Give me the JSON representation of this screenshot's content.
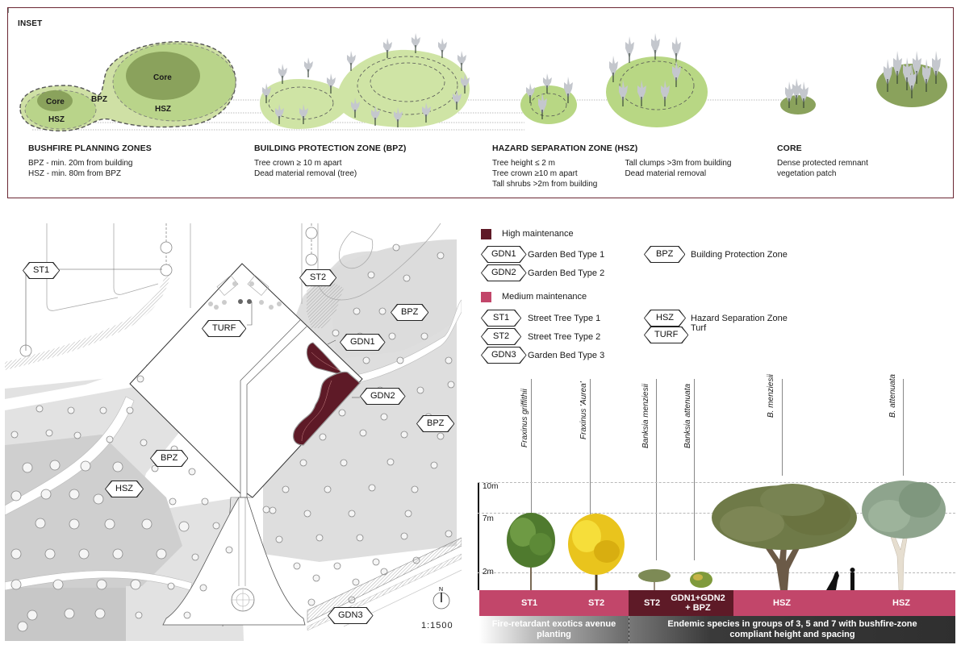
{
  "inset": {
    "title": "INSET",
    "diagram_labels": {
      "core_small": "Core",
      "core_large": "Core",
      "hsz_small": "HSZ",
      "hsz_large": "HSZ",
      "bpz": "BPZ"
    },
    "columns": [
      {
        "heading": "BUSHFIRE PLANNING ZONES",
        "lines": [
          "BPZ - min. 20m from building",
          "HSZ - min. 80m from BPZ"
        ]
      },
      {
        "heading": "BUILDING PROTECTION ZONE (BPZ)",
        "lines": [
          "Tree crown ≥ 10 m apart",
          "Dead material removal (tree)"
        ]
      },
      {
        "heading": "HAZARD SEPARATION ZONE (HSZ)",
        "lines": [
          "Tree height ≤ 2 m",
          "Tree crown ≥10 m apart",
          "Tall shrubs >2m from building"
        ],
        "lines_b": [
          "Tall clumps >3m from building",
          "Dead material removal"
        ]
      },
      {
        "heading": "CORE",
        "lines": [
          "Dense protected remnant",
          "vegetation patch"
        ]
      }
    ]
  },
  "plan": {
    "tags": {
      "st1": "ST1",
      "st2": "ST2",
      "turf": "TURF",
      "gdn1": "GDN1",
      "gdn2": "GDN2",
      "gdn3": "GDN3",
      "bpz_ne": "BPZ",
      "bpz_e": "BPZ",
      "bpz_w": "BPZ",
      "hsz": "HSZ"
    },
    "north_label": "N",
    "scale": "1:1500"
  },
  "legend": {
    "high": {
      "label": "High maintenance",
      "color": "#5e1a27"
    },
    "medium": {
      "label": "Medium maintenance",
      "color": "#c2466a"
    },
    "items": [
      {
        "code": "GDN1",
        "desc": "Garden Bed Type 1"
      },
      {
        "code": "GDN2",
        "desc": "Garden Bed Type 2"
      },
      {
        "code": "BPZ",
        "desc": "Building Protection Zone"
      },
      {
        "code": "ST1",
        "desc": "Street Tree Type 1"
      },
      {
        "code": "ST2",
        "desc": "Street Tree Type 2"
      },
      {
        "code": "GDN3",
        "desc": "Garden Bed Type 3"
      },
      {
        "code": "HSZ",
        "desc": "Hazard Separation Zone"
      },
      {
        "code": "TURF",
        "desc": "Turf"
      }
    ]
  },
  "section": {
    "species": [
      "Fraxinus griffithii",
      "Fraxinus 'Aurea'",
      "Banksia menziesii",
      "Banksia attenuata",
      "B. menziesii",
      "B. attenuata"
    ],
    "heights": [
      "10m",
      "7m",
      "2m"
    ],
    "bands": [
      "ST1",
      "ST2",
      "ST2",
      "GDN1+GDN2",
      "+ BPZ",
      "HSZ",
      "HSZ"
    ],
    "footer_left": [
      "Fire-retardant exotics avenue",
      "planting"
    ],
    "footer_right": [
      "Endemic species in groups of 3, 5 and 7 with bushfire-zone",
      "compliant height and spacing"
    ]
  }
}
